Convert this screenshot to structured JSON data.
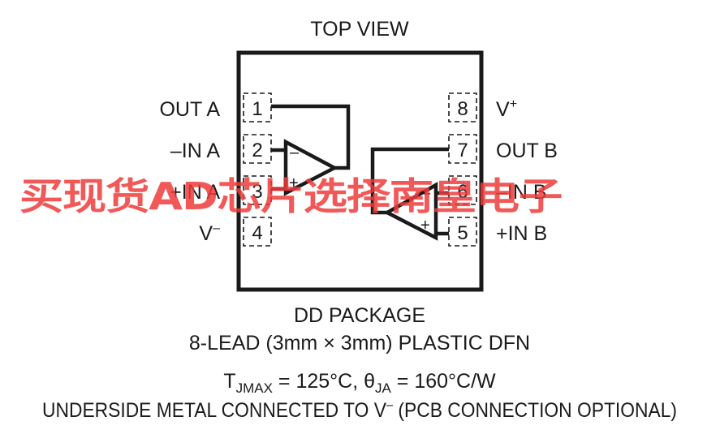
{
  "header": {
    "title": "TOP VIEW"
  },
  "pins_left": [
    {
      "number": "1",
      "label": "OUT A"
    },
    {
      "number": "2",
      "label": "–IN A"
    },
    {
      "number": "3",
      "label": "+IN A"
    },
    {
      "number": "4",
      "label": "V",
      "label_sup": "–"
    }
  ],
  "pins_right": [
    {
      "number": "8",
      "label": "V",
      "label_sup": "+"
    },
    {
      "number": "7",
      "label": "OUT B"
    },
    {
      "number": "6",
      "label": "–IN B"
    },
    {
      "number": "5",
      "label": "+IN B"
    }
  ],
  "amp_a": {
    "minus": "–",
    "plus": "+"
  },
  "amp_b": {
    "minus": "–",
    "plus": "+"
  },
  "package": {
    "name": "DD PACKAGE",
    "description": "8-LEAD (3mm × 3mm) PLASTIC DFN"
  },
  "thermal": {
    "tj_symbol": "T",
    "tj_sub": "JMAX",
    "tj_value": " = 125°C, ",
    "theta_symbol": "θ",
    "theta_sub": "JA",
    "theta_value": " = 160°C/W"
  },
  "note": {
    "pre": "UNDERSIDE METAL CONNECTED TO V",
    "sup": "–",
    "post": " (PCB CONNECTION OPTIONAL)"
  },
  "watermark": "买现货AD芯片选择南皇电子",
  "colors": {
    "ink": "#1a1a1a",
    "watermark": "#ef3b3b"
  }
}
